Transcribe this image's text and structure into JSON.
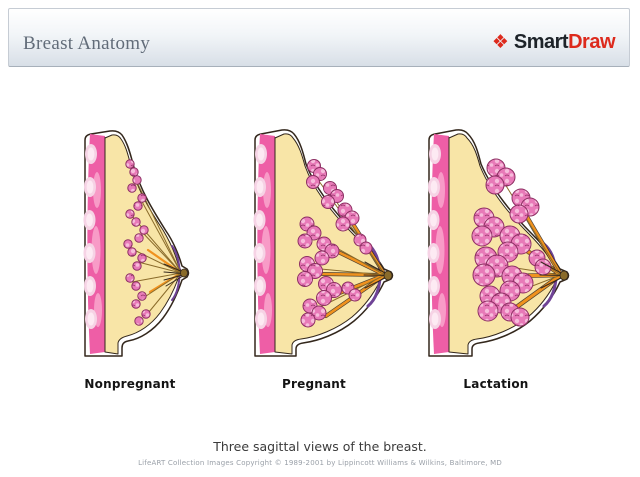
{
  "header": {
    "title": "Breast Anatomy",
    "logo": {
      "icon": "smartdraw-diamond-icon",
      "icon_glyph": "❖",
      "brand_prefix": "Smart",
      "brand_suffix": "Draw"
    }
  },
  "figures": [
    {
      "id": "nonpregnant",
      "label": "Nonpregnant"
    },
    {
      "id": "pregnant",
      "label": "Pregnant"
    },
    {
      "id": "lactation",
      "label": "Lactation"
    }
  ],
  "caption": "Three sagittal views of the breast.",
  "copyright": "LifeART Collection Images Copyright © 1989-2001 by Lippincott Williams & Wilkins, Baltimore, MD",
  "palette": {
    "header_gradient_top": "#ffffff",
    "header_gradient_bottom": "#d8dfe7",
    "header_border": "#c6ccd4",
    "header_border_bottom": "#a7b0ba",
    "title_color": "#626c79",
    "logo_red": "#dd2a1d",
    "logo_dark": "#1d2329",
    "outline": "#33271c",
    "fat": "#f8e5a7",
    "muscle": "#ee5ea6",
    "muscle_light": "#f9a6cd",
    "rib": "#f6d3e5",
    "gland": "#e87ab8",
    "gland_dark": "#8d2f63",
    "gland_light": "#f6bcdb",
    "duct_orange": "#f0921e",
    "duct_brown": "#8a6b2a",
    "areola_purple": "#6f4396",
    "label_color": "#141414",
    "caption_color": "#3b3b3b",
    "copyright_color": "#9aa0a8"
  }
}
